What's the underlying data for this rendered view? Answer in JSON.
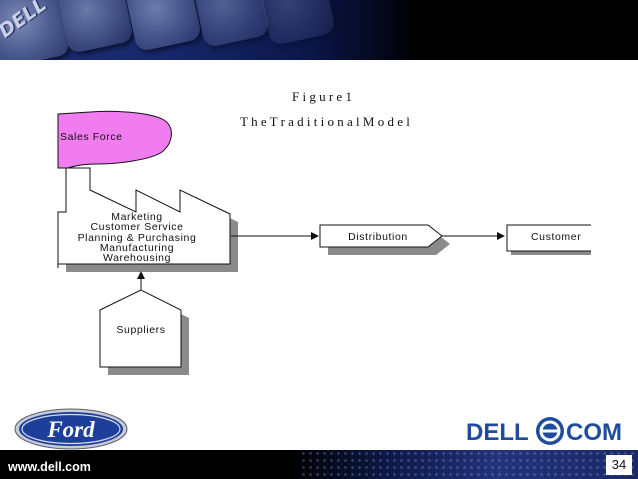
{
  "figure": {
    "title": "F i g u r e  1",
    "subtitle": "T h e  T r a d i t i o n a l  M o d e l"
  },
  "diagram": {
    "sales_force": "Sales Force",
    "factory_lines": [
      "Marketing",
      "Customer Service",
      "Planning & Purchasing",
      "Manufacturing",
      "Warehousing"
    ],
    "distribution": "Distribution",
    "customer": "Customer",
    "suppliers": "Suppliers"
  },
  "footer": {
    "url": "www.dell.com",
    "slide_number": "34",
    "left_logo": "Ford",
    "right_logo_left": "DELL",
    "right_logo_right": "COM"
  },
  "header": {
    "logo": "DELL"
  },
  "colors": {
    "sales_force_fill": "#f07cf0",
    "box_fill": "#ffffff",
    "shadow": "#8a8a8a",
    "ford_blue": "#1d3f9a",
    "dell_blue": "#1f4d9c",
    "bottom_bar": "#000000"
  }
}
